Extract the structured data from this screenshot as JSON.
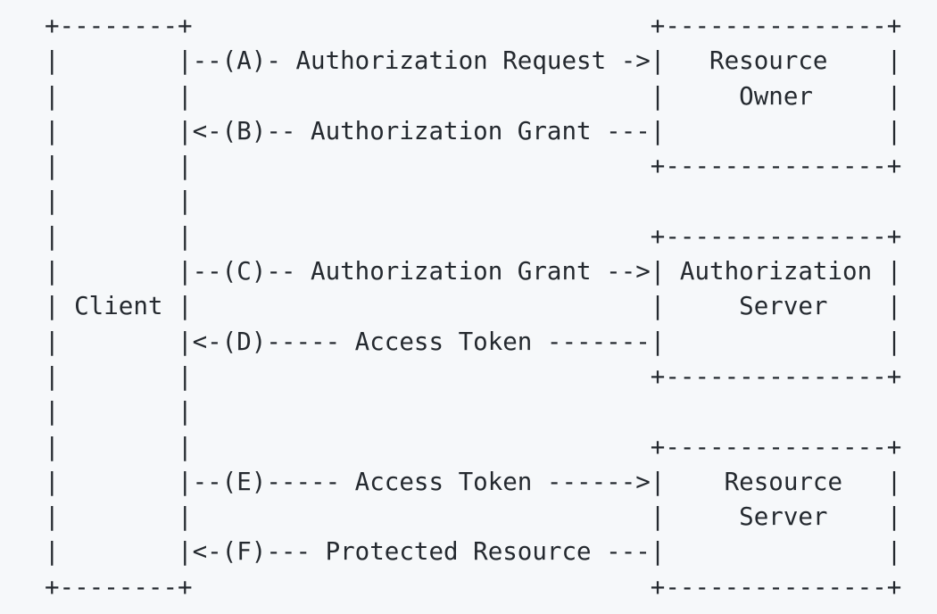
{
  "diagram": {
    "lines": [
      "+--------+                               +---------------+",
      "|        |--(A)- Authorization Request ->|   Resource    |",
      "|        |                               |     Owner     |",
      "|        |<-(B)-- Authorization Grant ---|               |",
      "|        |                               +---------------+",
      "|        |",
      "|        |                               +---------------+",
      "|        |--(C)-- Authorization Grant -->| Authorization |",
      "| Client |                               |     Server    |",
      "|        |<-(D)----- Access Token -------|               |",
      "|        |                               +---------------+",
      "|        |",
      "|        |                               +---------------+",
      "|        |--(E)----- Access Token ------>|    Resource   |",
      "|        |                               |     Server    |",
      "|        |<-(F)--- Protected Resource ---|               |",
      "+--------+                               +---------------+"
    ]
  }
}
